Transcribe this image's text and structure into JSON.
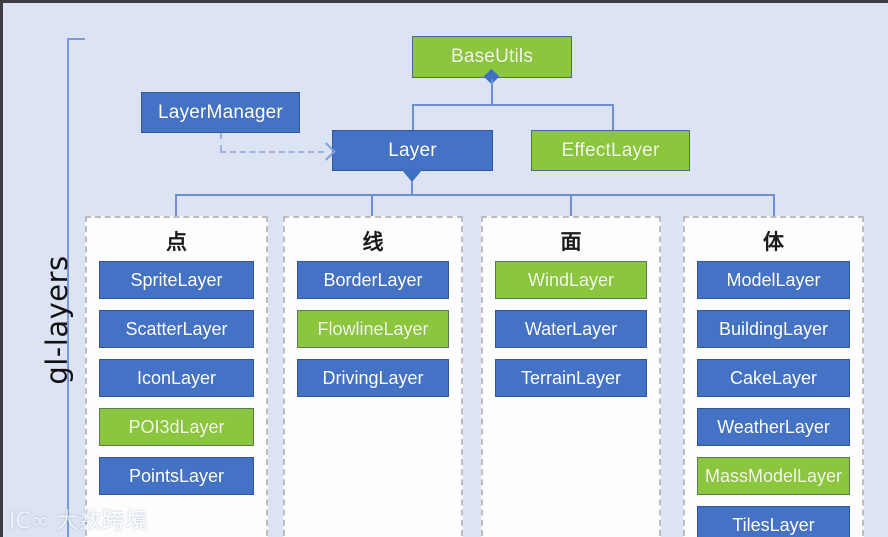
{
  "diagram": {
    "side_label": "gl-layers",
    "colors": {
      "background": "#dce3f3",
      "blue_node": "#4472c4",
      "blue_border": "#33569c",
      "green_node": "#8cc63f",
      "green_border": "#4d6a8e",
      "connector": "#6e8fd0",
      "panel_background": "#fdfdfd",
      "panel_border": "#b9bcc2",
      "text_on_node": "#ffffff"
    },
    "nodes": [
      {
        "id": "base-utils",
        "label": "BaseUtils",
        "style": "green"
      },
      {
        "id": "layer-manager",
        "label": "LayerManager",
        "style": "blue"
      },
      {
        "id": "layer",
        "label": "Layer",
        "style": "blue"
      },
      {
        "id": "effect-layer",
        "label": "EffectLayer",
        "style": "green"
      }
    ],
    "columns": [
      {
        "id": "point",
        "title": "点",
        "items": [
          {
            "label": "SpriteLayer",
            "style": "blue"
          },
          {
            "label": "ScatterLayer",
            "style": "blue"
          },
          {
            "label": "IconLayer",
            "style": "blue"
          },
          {
            "label": "POI3dLayer",
            "style": "green"
          },
          {
            "label": "PointsLayer",
            "style": "blue"
          }
        ]
      },
      {
        "id": "line",
        "title": "线",
        "items": [
          {
            "label": "BorderLayer",
            "style": "blue"
          },
          {
            "label": "FlowlineLayer",
            "style": "green"
          },
          {
            "label": "DrivingLayer",
            "style": "blue"
          }
        ]
      },
      {
        "id": "surface",
        "title": "面",
        "items": [
          {
            "label": "WindLayer",
            "style": "green"
          },
          {
            "label": "WaterLayer",
            "style": "blue"
          },
          {
            "label": "TerrainLayer",
            "style": "blue"
          }
        ]
      },
      {
        "id": "volume",
        "title": "体",
        "items": [
          {
            "label": "ModelLayer",
            "style": "blue"
          },
          {
            "label": "BuildingLayer",
            "style": "blue"
          },
          {
            "label": "CakeLayer",
            "style": "blue"
          },
          {
            "label": "WeatherLayer",
            "style": "blue"
          },
          {
            "label": "MassModelLayer",
            "style": "green"
          },
          {
            "label": "TilesLayer",
            "style": "blue"
          }
        ]
      }
    ]
  },
  "watermark": {
    "mark": "IC∞",
    "text": "大数跨境"
  }
}
